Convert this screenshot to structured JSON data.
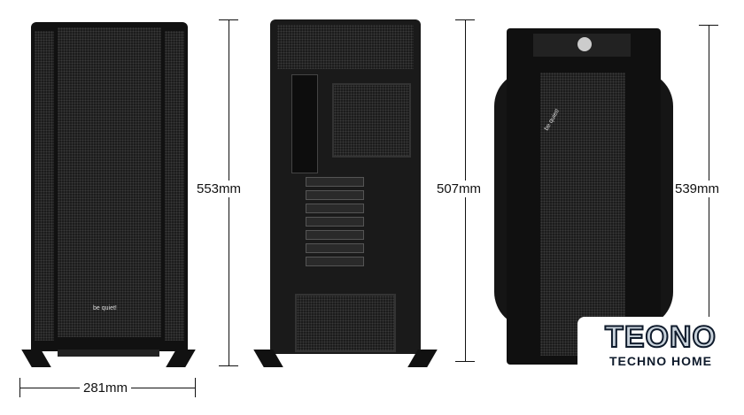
{
  "dimensions": {
    "front_height": "553mm",
    "front_width": "281mm",
    "back_height": "507mm",
    "side_height": "539mm"
  },
  "brand": {
    "case_logo": "be quiet!"
  },
  "watermark": {
    "title": "TEONO",
    "subtitle": "TECHNO HOME",
    "colors": {
      "dark": "#0e1a2b",
      "blue": "#3aa0d8"
    }
  }
}
